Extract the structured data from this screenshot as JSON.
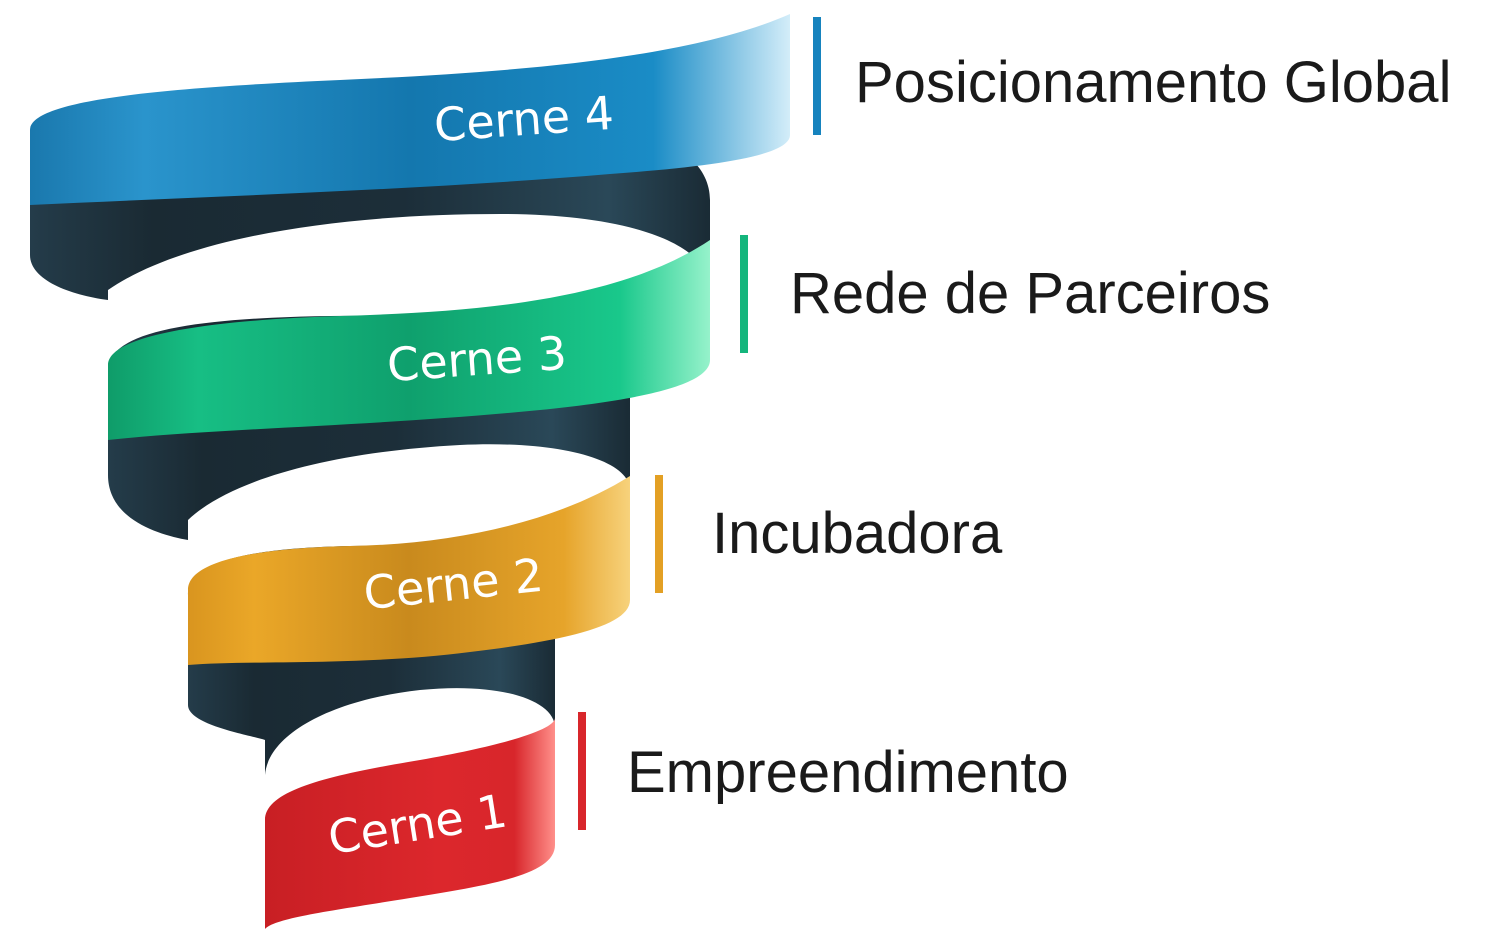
{
  "levels": [
    {
      "band_label": "Cerne 1",
      "stage": "Empreendimento",
      "colors": {
        "base": "#d8262b",
        "light": "#ff8a86",
        "dark": "#b51d22"
      }
    },
    {
      "band_label": "Cerne 2",
      "stage": "Incubadora",
      "colors": {
        "base": "#e3a024",
        "light": "#f6d27a",
        "dark": "#c7871c"
      }
    },
    {
      "band_label": "Cerne 3",
      "stage": "Rede de Parceiros",
      "colors": {
        "base": "#14b57c",
        "light": "#8ff0c7",
        "dark": "#0e9a67"
      }
    },
    {
      "band_label": "Cerne 4",
      "stage": "Posicionamento Global",
      "colors": {
        "base": "#1683be",
        "light": "#cfeaf8",
        "dark": "#106a9c"
      }
    }
  ],
  "inner_band_color": "#1e3340"
}
